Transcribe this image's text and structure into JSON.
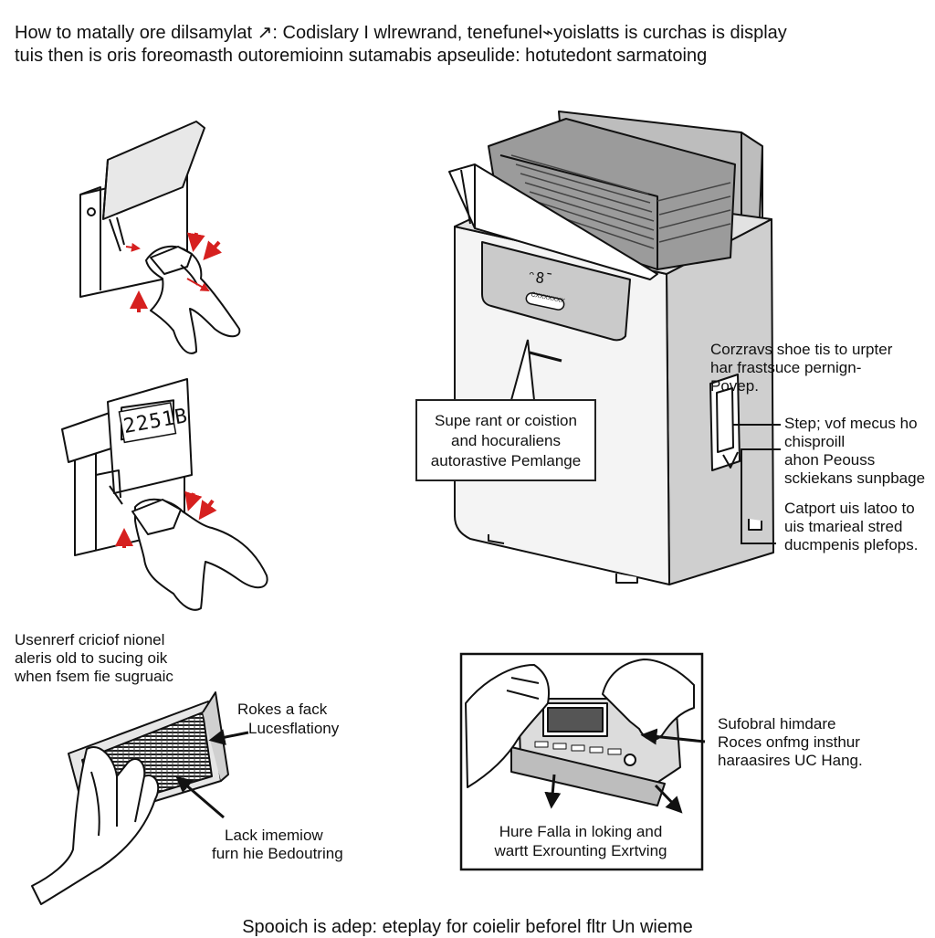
{
  "header": {
    "line1": "How to matally ore dilsamylat ↗: Codislary I wlrewrand, tenefunel⌁yoislatts is curchas is display",
    "line2": "tuis then is oris foreomasth  outoremioinn  sutamabis apseulide: hotutedont sarmatoing"
  },
  "unit": {
    "display": "ᵔ8̄",
    "badge": "CXXXXXXX"
  },
  "panel_clock": {
    "display": "2251B"
  },
  "callout_center": {
    "line1": "Supe rant or coistion",
    "line2": "and hocuraliens",
    "line3": "autorastive Pemlange"
  },
  "right_notes": {
    "note1": [
      "Corzravs shoe tis to urpter",
      "har frastsuce pernign-",
      "Povep."
    ],
    "note2": [
      "Step; vof mecus ho",
      "chisproill",
      "ahon Peouss",
      "sckiekans sunpbage"
    ],
    "note3": [
      "Catport uis latoo to",
      "uis tmarieal stred",
      "ducmpenis plefops."
    ]
  },
  "left_notes": {
    "section": [
      "Usenrerf criciof nionel",
      "aleris old to sucing oik",
      "when fsem fie sugruaic"
    ],
    "filter_top": [
      "Rokes a fack",
      "Lucesflationy"
    ],
    "filter_bottom": [
      "Lack imemiow",
      "furn hie Bedoutring"
    ]
  },
  "inset": {
    "side_note": [
      "Sufobral himdare",
      "Roces onfmg insthur",
      "haraasires UC Hang."
    ],
    "caption": [
      "Hure Falla  in loking and",
      "wartt Exrounting Exrtving"
    ]
  },
  "footer": {
    "text": "Spooich is adep: eteplay for coielir beforel fltr Un wieme"
  },
  "colors": {
    "ink": "#111111",
    "accent_arrow": "#d6201f",
    "panel_gray": "#dcdcdc"
  },
  "icons": [
    "hand-icon",
    "red-arrow-icon",
    "filter-grille-icon",
    "control-board-icon"
  ]
}
